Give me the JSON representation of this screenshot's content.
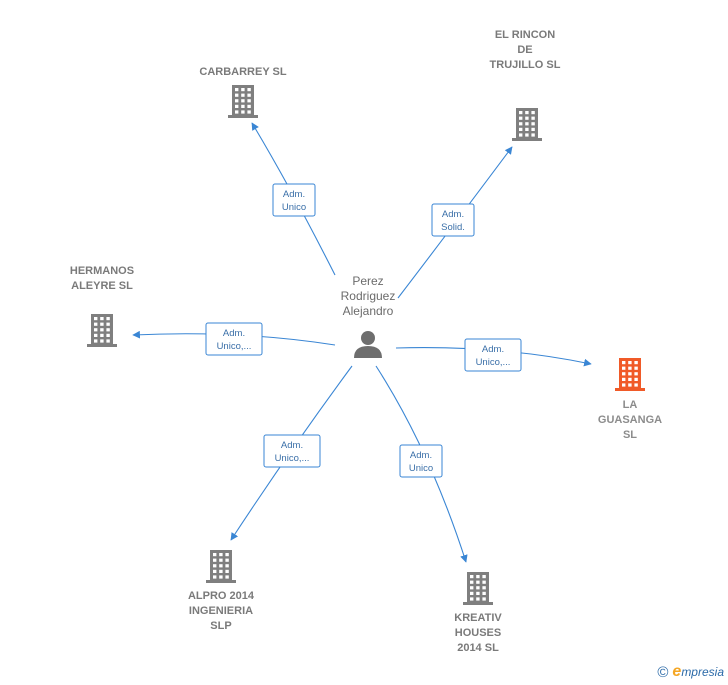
{
  "person": {
    "name_lines": [
      "Perez",
      "Rodriguez",
      "Alejandro"
    ]
  },
  "companies": [
    {
      "id": "carbarrey",
      "lines": [
        "CARBARREY SL"
      ],
      "highlight": false
    },
    {
      "id": "el-rincon",
      "lines": [
        "EL RINCON",
        "DE",
        "TRUJILLO  SL"
      ],
      "highlight": false
    },
    {
      "id": "hermanos-aleyre",
      "lines": [
        "HERMANOS",
        "ALEYRE  SL"
      ],
      "highlight": false
    },
    {
      "id": "la-guasanga",
      "lines": [
        "LA",
        "GUASANGA",
        "SL"
      ],
      "highlight": true
    },
    {
      "id": "alpro",
      "lines": [
        "ALPRO 2014",
        "INGENIERIA",
        "SLP"
      ],
      "highlight": false
    },
    {
      "id": "kreativ",
      "lines": [
        "KREATIV",
        "HOUSES",
        "2014  SL"
      ],
      "highlight": false
    }
  ],
  "roles": [
    {
      "to": "carbarrey",
      "lines": [
        "Adm.",
        "Unico"
      ]
    },
    {
      "to": "el-rincon",
      "lines": [
        "Adm.",
        "Solid."
      ]
    },
    {
      "to": "hermanos-aleyre",
      "lines": [
        "Adm.",
        "Unico,..."
      ]
    },
    {
      "to": "la-guasanga",
      "lines": [
        "Adm.",
        "Unico,..."
      ]
    },
    {
      "to": "alpro",
      "lines": [
        "Adm.",
        "Unico,..."
      ]
    },
    {
      "to": "kreativ",
      "lines": [
        "Adm.",
        "Unico"
      ]
    }
  ],
  "colors": {
    "edge": "#3a86d4",
    "building": "#7f7f7f",
    "building_highlight": "#f05a28",
    "person_icon": "#6e6e6e"
  },
  "footer": {
    "copyright": "©",
    "brand_initial": "e",
    "brand_rest": "mpresia"
  }
}
